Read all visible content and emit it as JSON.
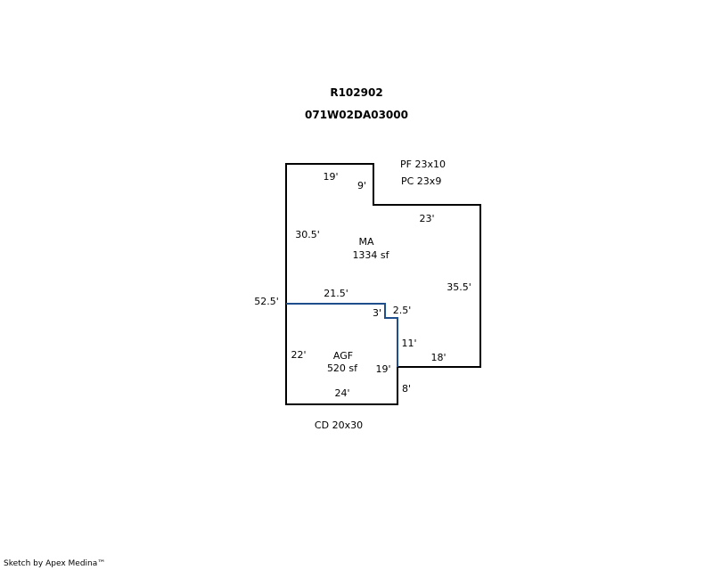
{
  "header": {
    "account": "R102902",
    "parcel": "071W02DA03000"
  },
  "labels": {
    "top_notes": [
      "PF 23x10",
      "PC 23x9"
    ],
    "bottom_note": "CD 20x30",
    "credit": "Sketch by Apex Medina™"
  },
  "areas": [
    {
      "code": "MA",
      "size": "1334 sf"
    },
    {
      "code": "AGF",
      "size": "520 sf"
    }
  ],
  "dimensions": {
    "ma_top": "19'",
    "ma_notch_v": "9'",
    "ma_notch_h": "23'",
    "ma_left": "30.5'",
    "ma_right": "35.5'",
    "overall_left": "52.5'",
    "div_h": "21.5'",
    "div_v": "3'",
    "div_h2": "2.5'",
    "agf_right_v": "11'",
    "ma_bottom": "18'",
    "agf_left": "22'",
    "agf_inner": "19'",
    "agf_bottom": "24'",
    "agf_right_low": "8'"
  },
  "colors": {
    "outline": "#000000",
    "divider": "#1f4e8c"
  }
}
